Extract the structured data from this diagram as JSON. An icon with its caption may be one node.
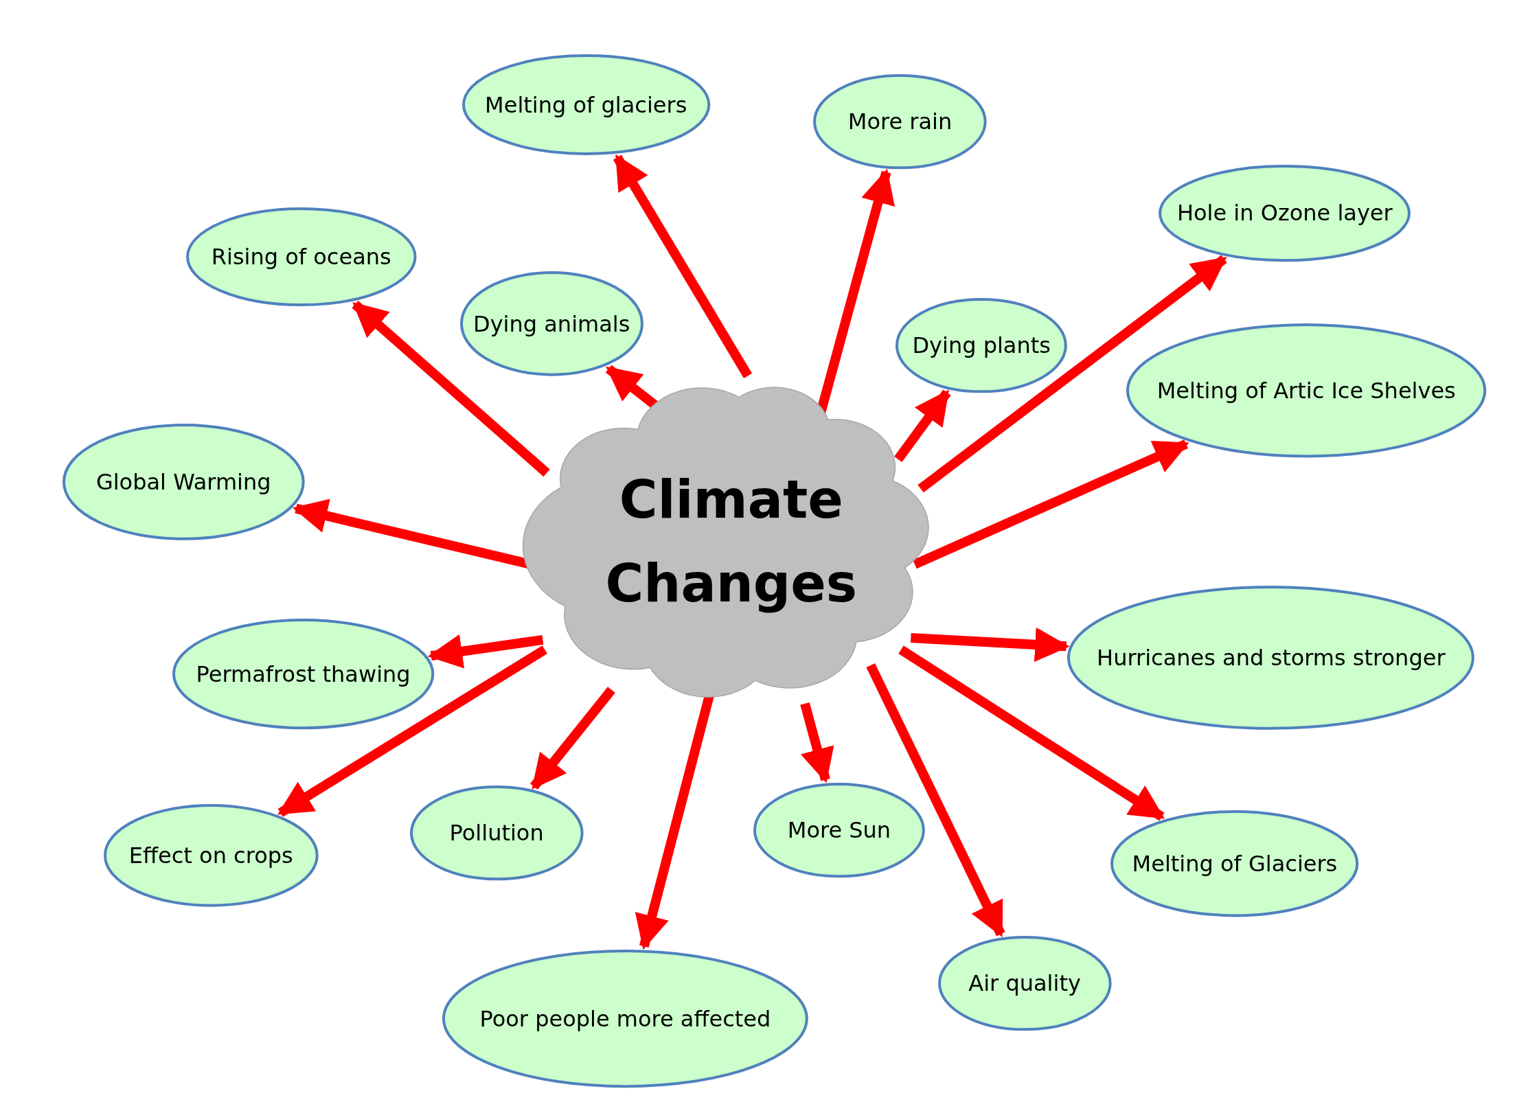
{
  "diagram": {
    "nodes": [
      {
        "text": [
          "Climate Changes"
        ]
      },
      {
        "text": [
          "Melting of glaciers"
        ]
      },
      {
        "text": [
          "More rain"
        ]
      },
      {
        "text": [
          "Hole in Ozone layer"
        ]
      },
      {
        "text": [
          "Rising of oceans"
        ]
      },
      {
        "text": [
          "Dying animals"
        ]
      },
      {
        "text": [
          "Dying plants"
        ]
      },
      {
        "text": [
          "Melting of Artic Ice Shelves"
        ]
      },
      {
        "text": [
          "Global Warming"
        ]
      },
      {
        "text": [
          "Permafrost thawing"
        ]
      },
      {
        "text": [
          "Hurricanes and storms stronger"
        ]
      },
      {
        "text": [
          "Effect on crops"
        ]
      },
      {
        "text": [
          "Pollution"
        ]
      },
      {
        "text": [
          "More Sun"
        ]
      },
      {
        "text": [
          "Melting of Glaciers"
        ]
      },
      {
        "text": [
          "Air quality"
        ]
      },
      {
        "text": [
          "Poor people more affected"
        ]
      }
    ],
    "edges": [
      {
        "from": 0,
        "to": 1,
        "arrow": "to"
      },
      {
        "from": 0,
        "to": 2,
        "arrow": "to"
      },
      {
        "from": 0,
        "to": 3,
        "arrow": "to"
      },
      {
        "from": 0,
        "to": 4,
        "arrow": "to"
      },
      {
        "from": 0,
        "to": 5,
        "arrow": "to"
      },
      {
        "from": 0,
        "to": 6,
        "arrow": "to"
      },
      {
        "from": 0,
        "to": 7,
        "arrow": "to"
      },
      {
        "from": 0,
        "to": 8,
        "arrow": "to"
      },
      {
        "from": 0,
        "to": 9,
        "arrow": "to"
      },
      {
        "from": 0,
        "to": 10,
        "arrow": "to"
      },
      {
        "from": 0,
        "to": 11,
        "arrow": "to"
      },
      {
        "from": 0,
        "to": 12,
        "arrow": "to"
      },
      {
        "from": 0,
        "to": 13,
        "arrow": "to"
      },
      {
        "from": 0,
        "to": 14,
        "arrow": "to"
      },
      {
        "from": 0,
        "to": 15,
        "arrow": "to"
      },
      {
        "from": 0,
        "to": 16,
        "arrow": "to"
      }
    ]
  }
}
